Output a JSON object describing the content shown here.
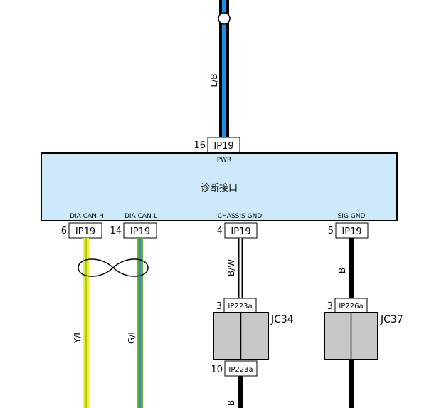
{
  "module": {
    "title": "诊断接口",
    "pins": {
      "pwr": "PWR",
      "dia_can_h": "DIA CAN-H",
      "dia_can_l": "DIA CAN-L",
      "chassis_gnd": "CHASSIS GND",
      "sig_gnd": "SIG GND"
    }
  },
  "connectors": {
    "top": {
      "pin": "16",
      "name": "IP19"
    },
    "can_h": {
      "pin": "6",
      "name": "IP19"
    },
    "can_l": {
      "pin": "14",
      "name": "IP19"
    },
    "chassis": {
      "pin": "4",
      "name": "IP19"
    },
    "sig": {
      "pin": "5",
      "name": "IP19"
    },
    "jc34_top": {
      "pin": "3",
      "name": "IP223a"
    },
    "jc34_bottom": {
      "pin": "10",
      "name": "IP223a"
    },
    "jc37_top": {
      "pin": "3",
      "name": "IP226a"
    }
  },
  "wires": {
    "top": "L/B",
    "can_h": "Y/L",
    "can_l": "G/L",
    "chassis": "B/W",
    "sig": "B",
    "chassis_bottom": "B"
  },
  "junctions": {
    "jc34": "JC34",
    "jc37": "JC37"
  },
  "colors": {
    "module_fill": "#cde9fa",
    "wire_blue": "#1d8fe0",
    "wire_yellow": "#f0f020",
    "wire_green": "#66b030",
    "wire_black": "#000000",
    "junction_fill": "#c8c8c8"
  }
}
